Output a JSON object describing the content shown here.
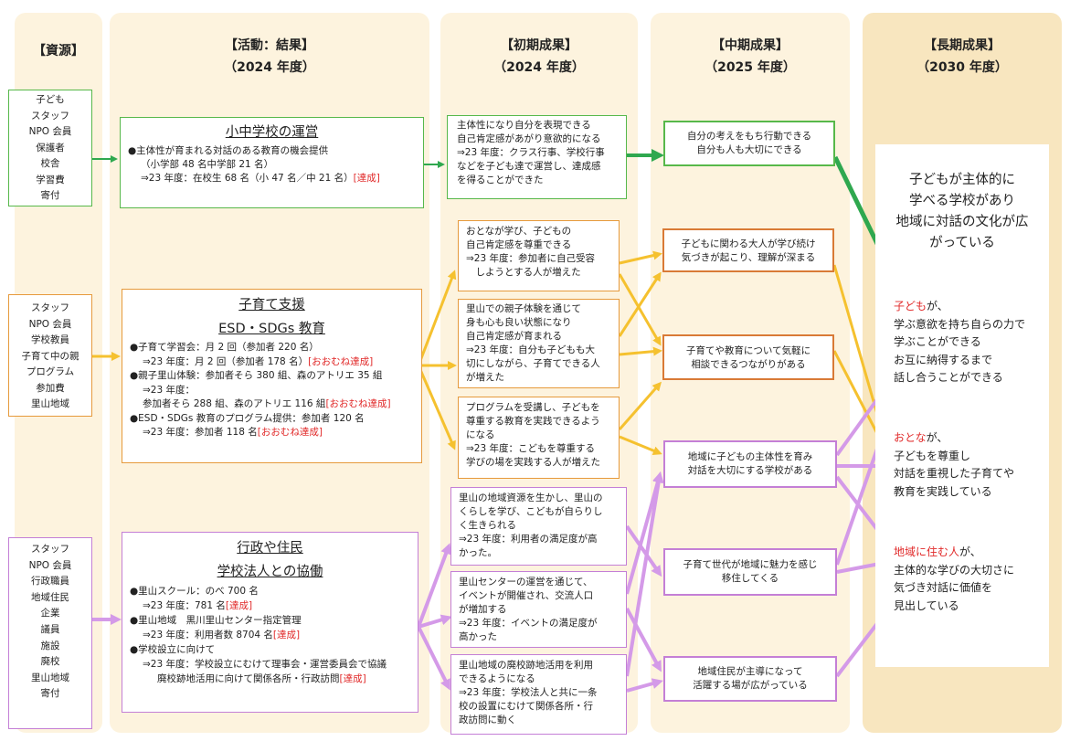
{
  "colors": {
    "green": "#57b84a",
    "orange": "#f5c12f",
    "purple": "#d49ae8",
    "red": "#e12a2a",
    "panel": "#fdf3de",
    "panel_long": "#f8e6bf"
  },
  "headers": {
    "resources": "【資源】",
    "activities": "【活動：結果】\n（2024 年度）",
    "initial": "【初期成果】\n（2024 年度）",
    "mid": "【中期成果】\n（2025 年度）",
    "long": "【長期成果】\n（2030 年度）"
  },
  "resources": [
    "子ども\nスタッフ\nNPO 会員\n保護者\n校舎\n学習費\n寄付",
    "スタッフ\nNPO 会員\n学校教員\n子育て中の親\nプログラム\n参加費\n里山地域",
    "スタッフ\nNPO 会員\n行政職員\n地域住民\n企業\n議員\n施設\n廃校\n里山地域\n寄付"
  ],
  "activities": {
    "school": {
      "title": "小中学校の運営",
      "l1": "●主体性が育まれる対話のある教育の機会提供",
      "l2": "（小学部 48 名中学部 21 名）",
      "l3": "⇒23 年度：在校生 68 名（小 47 名／中 21 名）",
      "l3_tag": "[達成]"
    },
    "parenting": {
      "title1": "子育て支援",
      "title2": "ESD・SDGs 教育",
      "a1": "●子育て学習会：月 2 回（参加者 220 名）",
      "a2": "⇒23 年度：月 2 回（参加者 178 名）",
      "a2_tag": "[おおむね達成]",
      "b1": "●親子里山体験：参加者そら 380 組、森のアトリエ 35 組",
      "b2": "⇒23 年度：",
      "b3": "参加者そら 288 組、森のアトリエ 116 組",
      "b3_tag": "[おおむね達成]",
      "c1": "●ESD・SDGs 教育のプログラム提供：参加者 120 名",
      "c2": "⇒23 年度：参加者 118 名",
      "c2_tag": "[おおむね達成]"
    },
    "collab": {
      "title1": "行政や住民",
      "title2": "学校法人との協働",
      "a1": "●里山スクール：のべ 700 名",
      "a2": "⇒23 年度：781 名",
      "a2_tag": "[達成]",
      "b1": "●里山地域　黒川里山センター指定管理",
      "b2": "⇒23 年度：利用者数 8704 名",
      "b2_tag": "[達成]",
      "c1": "●学校設立に向けて",
      "c2": "⇒23 年度：学校設立にむけて理事会・運営委員会で協議",
      "c3": "廃校跡地活用に向けて関係各所・行政訪問",
      "c3_tag": "[達成]"
    }
  },
  "initial": [
    "主体性になり自分を表現できる\n自己肯定感があがり意欲的になる\n⇒23 年度：クラス行事、学校行事\nなどを子ども達で運営し、達成感\nを得ることができた",
    "おとなが学び、子どもの\n自己肯定感を尊重できる\n⇒23 年度：参加者に自己受容\n　しようとする人が増えた",
    "里山での親子体験を通じて\n身も心も良い状態になり\n自己肯定感が育まれる\n⇒23 年度：自分も子どもも大\n切にしながら、子育てできる人\nが増えた",
    "プログラムを受講し、子どもを\n尊重する教育を実践できるよう\nになる\n⇒23 年度：こどもを尊重する\n学びの場を実践する人が増えた",
    "里山の地域資源を生かし、里山の\nくらしを学び、こどもが自らりし\nく生きられる\n⇒23 年度：利用者の満足度が高\nかった。",
    "里山センターの運営を通じて、\nイベントが開催され、交流人口\nが増加する\n⇒23 年度：イベントの満足度が\n高かった",
    "里山地域の廃校跡地活用を利用\nできるようになる\n⇒23 年度：学校法人と共に一条\n校の設置にむけて関係各所・行\n政訪問に動く"
  ],
  "mid": [
    "自分の考えをもち行動できる\n自分も人も大切にできる",
    "子どもに関わる大人が学び続け\n気づきが起こり、理解が深まる",
    "子育てや教育について気軽に\n相談できるつながりがある",
    "地域に子どもの主体性を育み\n対話を大切にする学校がある",
    "子育て世代が地域に魅力を感じ\n移住してくる",
    "地域住民が主導になって\n活躍する場が広がっている"
  ],
  "long": {
    "vision": "子どもが主体的に\n学べる学校があり\n地域に対話の文化が広\nがっている",
    "o1_subj": "子ども",
    "o1_rest": "が、\n学ぶ意欲を持ち自らの力で\n学ぶことができる\nお互に納得するまで\n話し合うことができる",
    "o2_subj": "おとな",
    "o2_rest": "が、\n子どもを尊重し\n対話を重視した子育てや\n教育を実践している",
    "o3_subj": "地域に住む人",
    "o3_rest": "が、\n主体的な学びの大切さに\n気づき対話に価値を\n見出している"
  }
}
